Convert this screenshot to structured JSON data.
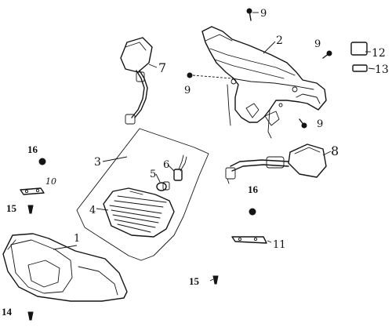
{
  "parts": [
    {
      "id": "p1",
      "label": "1"
    },
    {
      "id": "p2",
      "label": "2"
    },
    {
      "id": "p3",
      "label": "3"
    },
    {
      "id": "p4",
      "label": "4"
    },
    {
      "id": "p5",
      "label": "5"
    },
    {
      "id": "p6",
      "label": "6"
    },
    {
      "id": "p7",
      "label": "7"
    },
    {
      "id": "p8",
      "label": "8"
    },
    {
      "id": "p9a",
      "label": "9"
    },
    {
      "id": "p9b",
      "label": "9"
    },
    {
      "id": "p9c",
      "label": "9"
    },
    {
      "id": "p9d",
      "label": "9"
    },
    {
      "id": "p10",
      "label": "10"
    },
    {
      "id": "p11",
      "label": "11"
    },
    {
      "id": "p12",
      "label": "12"
    },
    {
      "id": "p13",
      "label": "13"
    },
    {
      "id": "p14",
      "label": "14"
    },
    {
      "id": "p15a",
      "label": "15"
    },
    {
      "id": "p15b",
      "label": "15"
    },
    {
      "id": "p16a",
      "label": "16"
    },
    {
      "id": "p16b",
      "label": "16"
    }
  ],
  "colors": {
    "ink": "#141414",
    "background": "#ffffff"
  }
}
